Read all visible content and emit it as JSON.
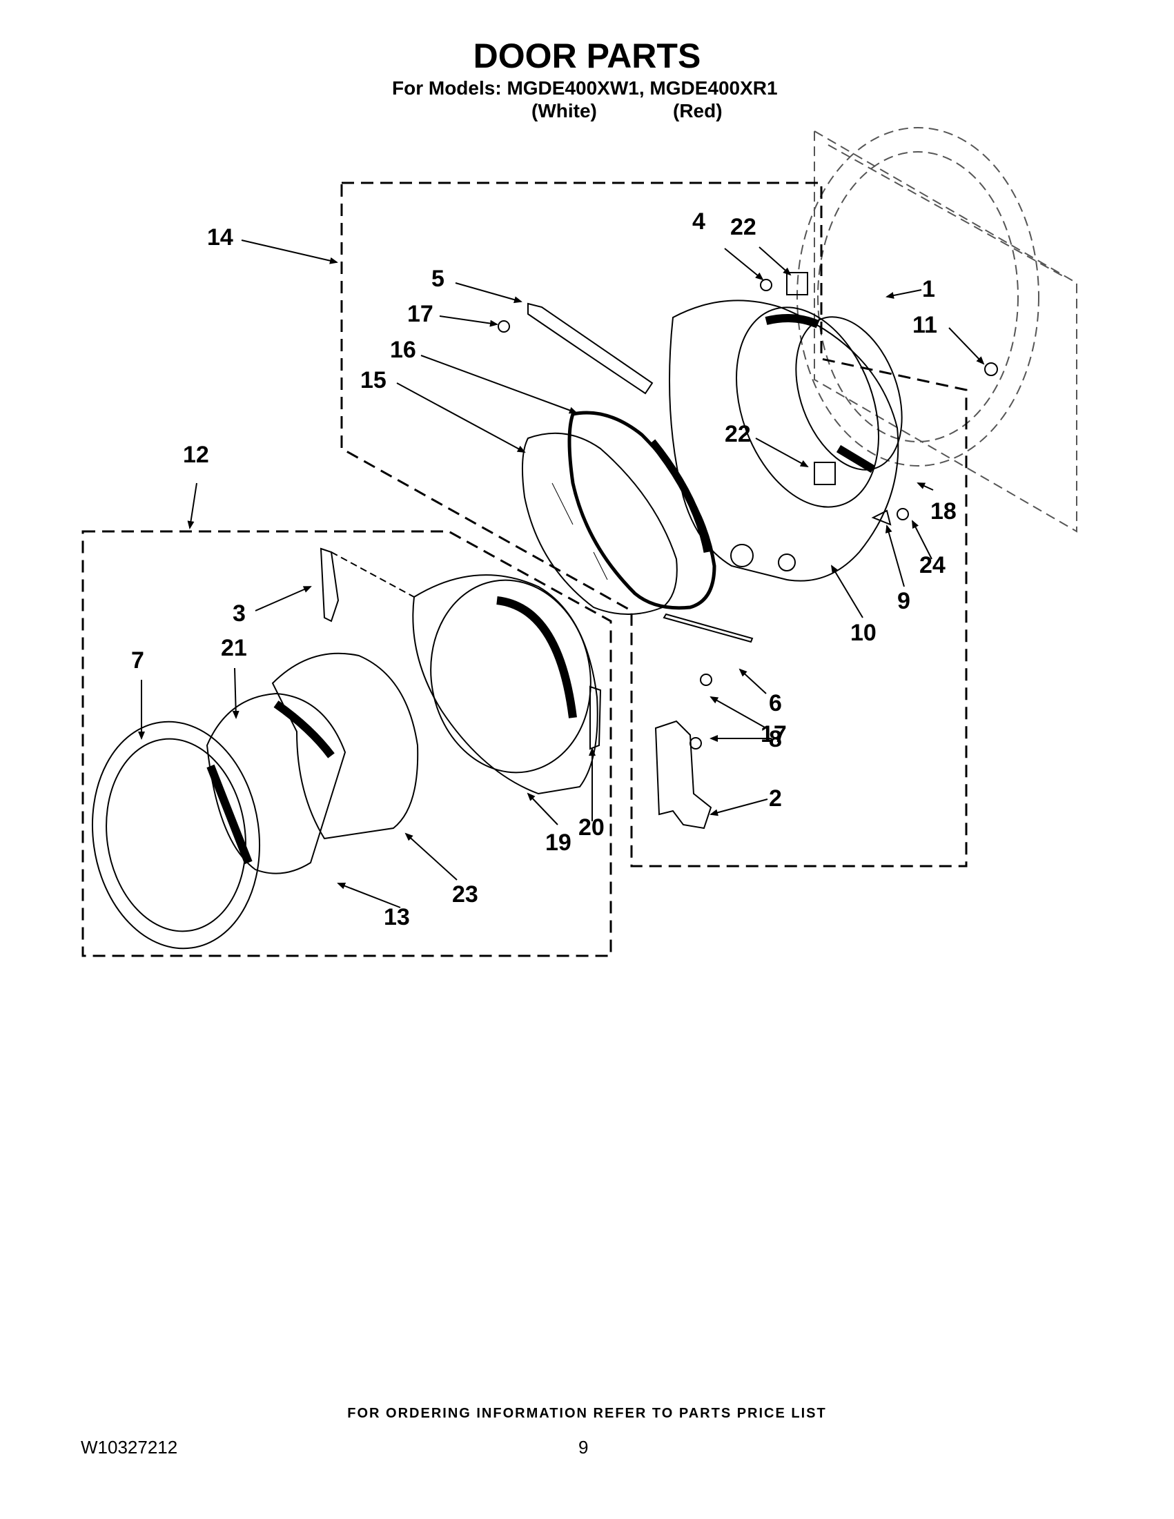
{
  "header": {
    "title": "DOOR PARTS",
    "models_line": "For Models: MGDE400XW1, MGDE400XR1",
    "variant_white": "(White)",
    "variant_red": "(Red)"
  },
  "callouts": [
    "14",
    "22",
    "4",
    "5",
    "1",
    "17",
    "11",
    "16",
    "15",
    "22",
    "18",
    "24",
    "12",
    "9",
    "3",
    "10",
    "7",
    "21",
    "6",
    "17",
    "8",
    "2",
    "20",
    "19",
    "23",
    "13"
  ],
  "footer": {
    "ordering_note": "FOR ORDERING INFORMATION REFER TO PARTS PRICE LIST",
    "document_number": "W10327212",
    "page_number": "9"
  }
}
